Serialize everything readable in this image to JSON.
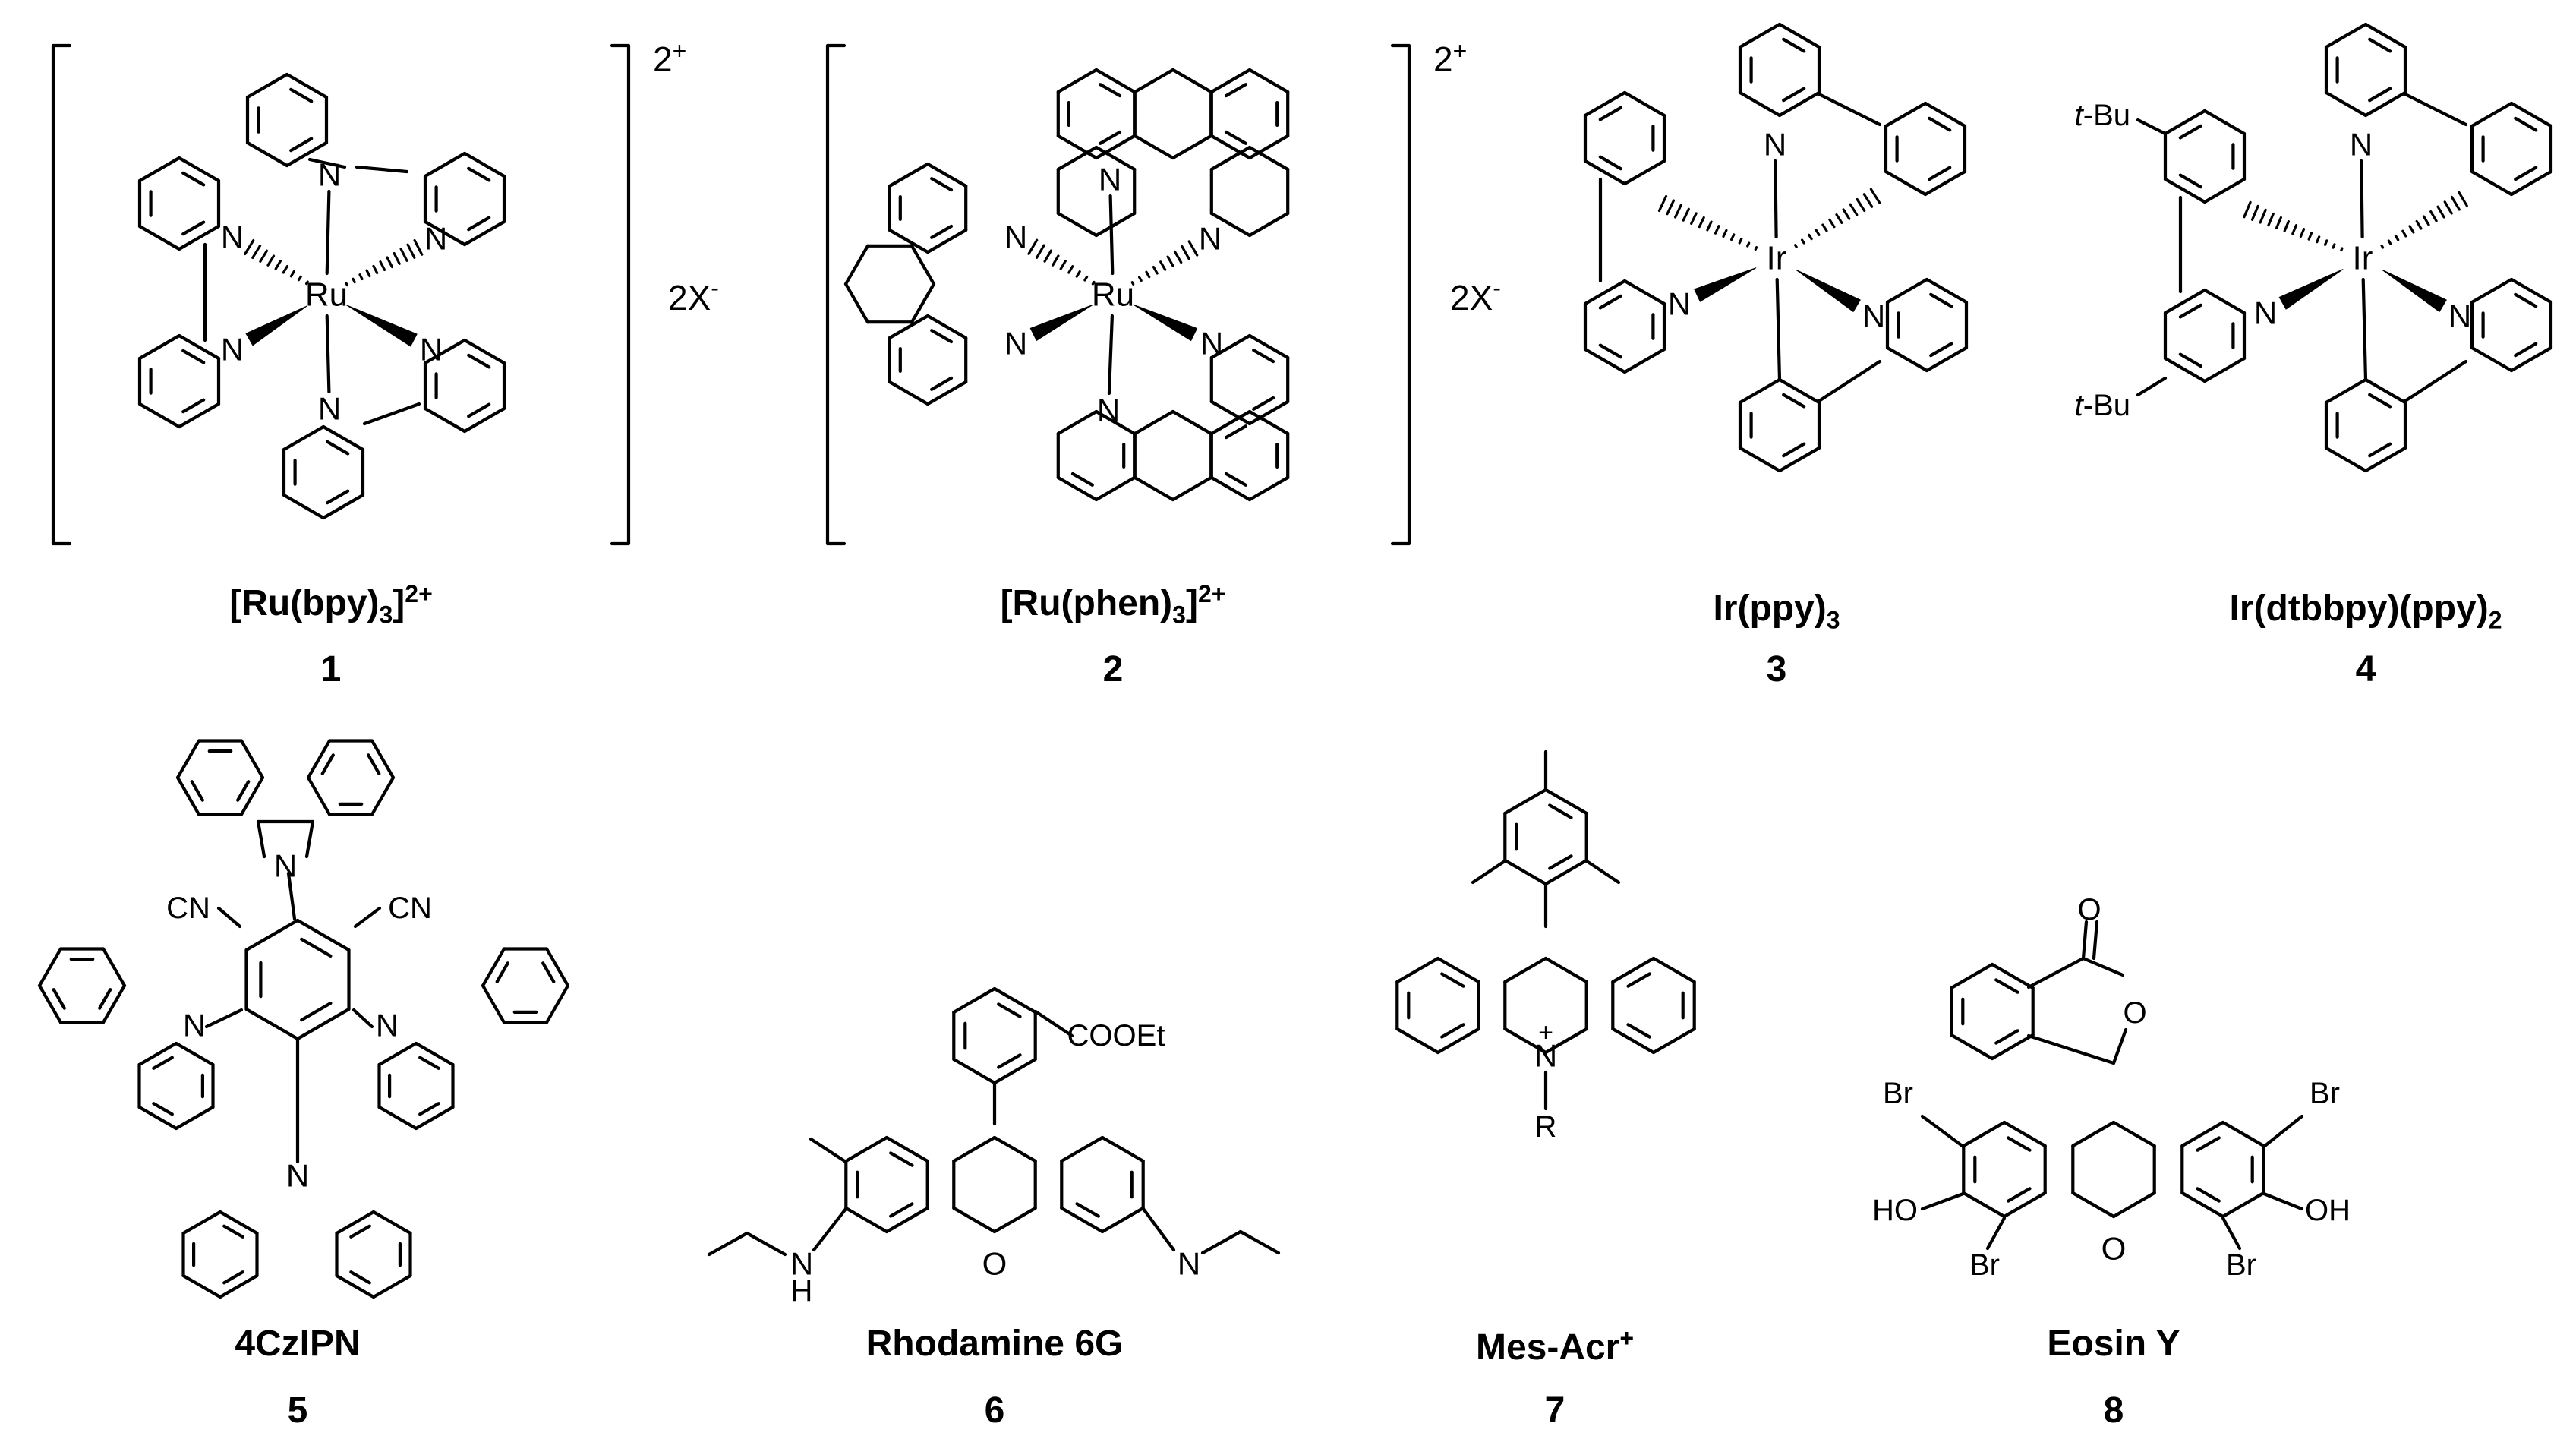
{
  "compounds": [
    {
      "id": "1",
      "name": "[Ru(bpy)",
      "name_sub": "3",
      "name_tail": "]",
      "name_sup": "2+",
      "metal": "Ru",
      "charge": "2",
      "charge_sup": "+",
      "counterion": "2X",
      "counterion_sup": "-"
    },
    {
      "id": "2",
      "name": "[Ru(phen)",
      "name_sub": "3",
      "name_tail": "]",
      "name_sup": "2+",
      "metal": "Ru",
      "charge": "2",
      "charge_sup": "+",
      "counterion": "2X",
      "counterion_sup": "-"
    },
    {
      "id": "3",
      "name": "Ir(ppy)",
      "name_sub": "3",
      "metal": "Ir"
    },
    {
      "id": "4",
      "name": "Ir(dtbbpy)(ppy)",
      "name_sub": "2",
      "metal": "Ir",
      "substituent": "t-Bu",
      "substituent_prefix": "t",
      "substituent_rest": "-Bu"
    },
    {
      "id": "5",
      "name": "4CzIPN",
      "substituent": "CN"
    },
    {
      "id": "6",
      "name": "Rhodamine 6G",
      "substituent": "COOEt"
    },
    {
      "id": "7",
      "name": "Mes-Acr",
      "name_sup": "+",
      "charge_sup": "+",
      "r_group": "R"
    },
    {
      "id": "8",
      "name": "Eosin Y",
      "substituent_br": "Br",
      "substituent_oh": "HO",
      "substituent_oh_right": "OH"
    }
  ],
  "atoms": {
    "N": "N",
    "O": "O",
    "H": "H"
  }
}
